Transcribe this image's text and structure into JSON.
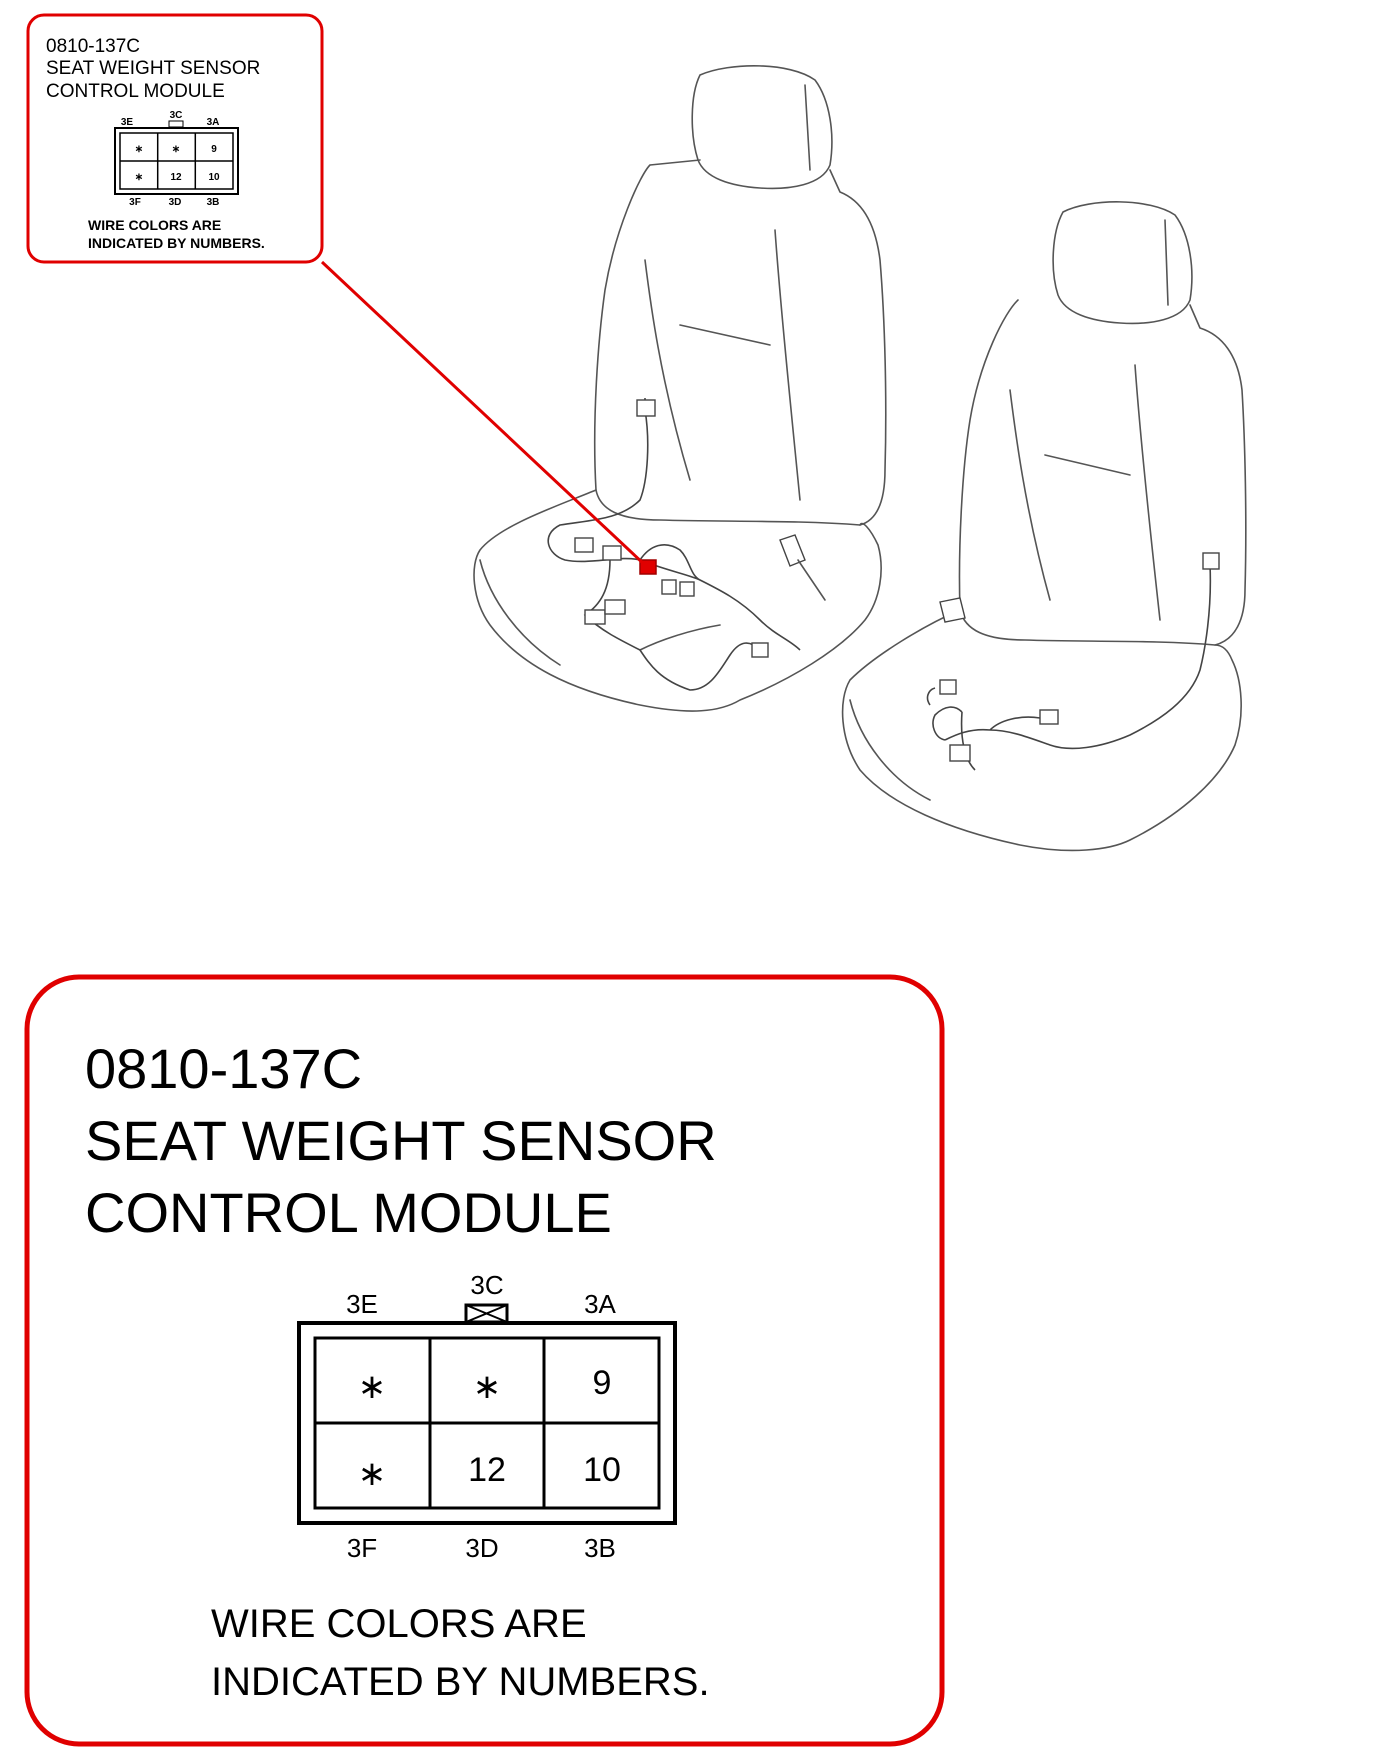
{
  "callout_small": {
    "code": "0810-137C",
    "title_line1": "SEAT WEIGHT SENSOR",
    "title_line2": "CONTROL MODULE",
    "note_line1": "WIRE COLORS ARE",
    "note_line2": "INDICATED BY NUMBERS."
  },
  "callout_large": {
    "code": "0810-137C",
    "title_line1": "SEAT WEIGHT SENSOR",
    "title_line2": "CONTROL MODULE",
    "note_line1": "WIRE COLORS ARE",
    "note_line2": "INDICATED BY NUMBERS."
  },
  "connector": {
    "top_labels": [
      "3E",
      "3C",
      "3A"
    ],
    "bottom_labels": [
      "3F",
      "3D",
      "3B"
    ],
    "cells_top": [
      "∗",
      "∗",
      "9"
    ],
    "cells_bottom": [
      "∗",
      "12",
      "10"
    ]
  },
  "colors": {
    "callout_outline": "#e00000",
    "highlight": "#e00000",
    "line_art": "#555555"
  }
}
